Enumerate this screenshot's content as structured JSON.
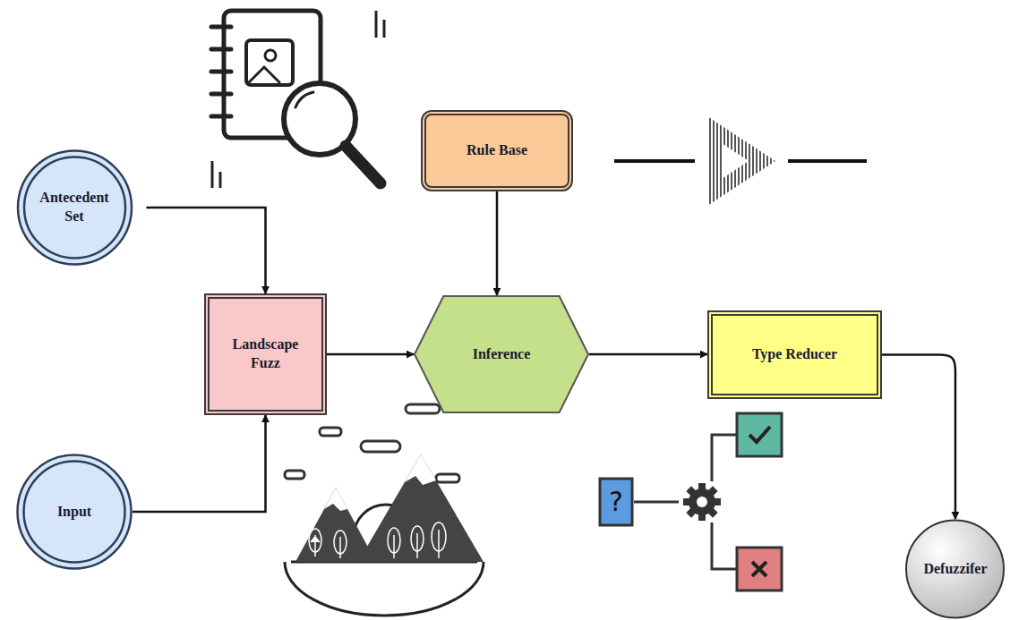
{
  "diagram": {
    "nodes": [
      {
        "text": [
          "Antecedent Set"
        ]
      },
      {
        "text": [
          "Rule Base"
        ]
      },
      {
        "text": [
          "Landscape Fuzz"
        ]
      },
      {
        "text": [
          "Inference"
        ]
      },
      {
        "text": [
          "Type Reducer"
        ]
      },
      {
        "text": [
          "Input"
        ]
      },
      {
        "text": [
          "Defuzzifer"
        ]
      }
    ],
    "edges": [
      {
        "from": 0,
        "to": 2,
        "arrow": "to"
      },
      {
        "from": 5,
        "to": 2,
        "arrow": "to"
      },
      {
        "from": 2,
        "to": 3,
        "arrow": "to"
      },
      {
        "from": 1,
        "to": 3,
        "arrow": "to"
      },
      {
        "from": 3,
        "to": 4,
        "arrow": "to"
      },
      {
        "from": 4,
        "to": 6,
        "arrow": "to"
      }
    ],
    "labels": [
      "?"
    ]
  }
}
